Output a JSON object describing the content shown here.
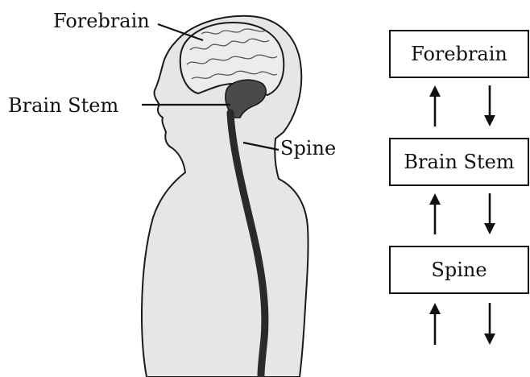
{
  "labels": {
    "forebrain": "Forebrain",
    "brain_stem": "Brain Stem",
    "spine": "Spine"
  },
  "boxes": [
    {
      "label": "Forebrain"
    },
    {
      "label": "Brain Stem"
    },
    {
      "label": "Spine"
    }
  ],
  "arrows": [
    {
      "direction": "up"
    },
    {
      "direction": "down"
    },
    {
      "direction": "up"
    },
    {
      "direction": "down"
    },
    {
      "direction": "up"
    },
    {
      "direction": "down"
    }
  ],
  "colors": {
    "body_fill": "#e6e6e6",
    "body_outline": "#1a1a1a",
    "brain_fill": "#ececec",
    "brain_stem_fill": "#4a4a4a",
    "spine_fill": "#2a2a2a",
    "text": "#111111"
  }
}
